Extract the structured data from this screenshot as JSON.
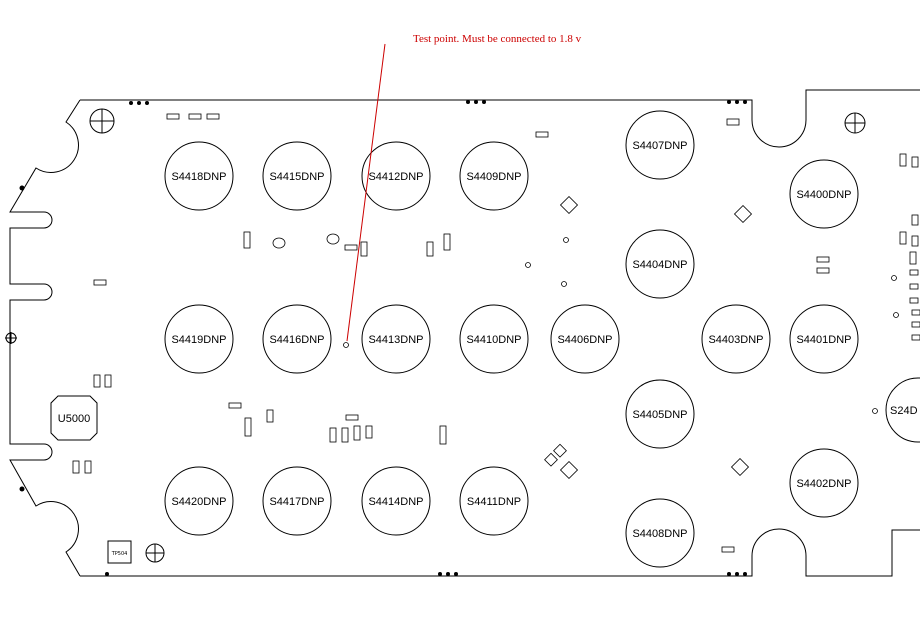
{
  "annotation": {
    "text": "Test point. Must be connected to 1.8 v",
    "color": "#cc0000"
  },
  "colors": {
    "outline": "#000000",
    "annotation_line": "#cc0000",
    "background": "#ffffff"
  },
  "pads": [
    {
      "id": "s4418",
      "label": "S4418DNP"
    },
    {
      "id": "s4415",
      "label": "S4415DNP"
    },
    {
      "id": "s4412",
      "label": "S4412DNP"
    },
    {
      "id": "s4409",
      "label": "S4409DNP"
    },
    {
      "id": "s4407",
      "label": "S4407DNP"
    },
    {
      "id": "s4400",
      "label": "S4400DNP"
    },
    {
      "id": "s4404",
      "label": "S4404DNP"
    },
    {
      "id": "s4419",
      "label": "S4419DNP"
    },
    {
      "id": "s4416",
      "label": "S4416DNP"
    },
    {
      "id": "s4413",
      "label": "S4413DNP"
    },
    {
      "id": "s4410",
      "label": "S4410DNP"
    },
    {
      "id": "s4406",
      "label": "S4406DNP"
    },
    {
      "id": "s4403",
      "label": "S4403DNP"
    },
    {
      "id": "s4401",
      "label": "S4401DNP"
    },
    {
      "id": "s24",
      "label": "S24D"
    },
    {
      "id": "s4405",
      "label": "S4405DNP"
    },
    {
      "id": "s4420",
      "label": "S4420DNP"
    },
    {
      "id": "s4417",
      "label": "S4417DNP"
    },
    {
      "id": "s4414",
      "label": "S4414DNP"
    },
    {
      "id": "s4411",
      "label": "S4411DNP"
    },
    {
      "id": "s4402",
      "label": "S4402DNP"
    },
    {
      "id": "s4408",
      "label": "S4408DNP"
    }
  ],
  "chips": [
    {
      "id": "u5000",
      "label": "U5000"
    },
    {
      "id": "tp504",
      "label": "TP504"
    }
  ],
  "icons": [
    "registration-crosshair-icon",
    "test-point-icon",
    "mounting-hole-icon"
  ]
}
